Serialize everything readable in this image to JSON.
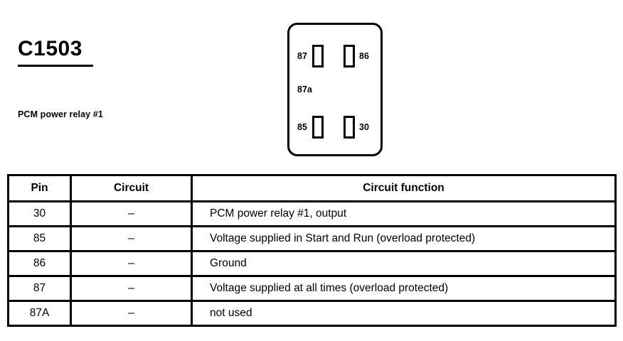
{
  "heading": {
    "connector_id": "C1503",
    "description": "PCM power relay #1"
  },
  "relay_diagram": {
    "name": "relay-connector-face",
    "pins": [
      {
        "label": "87",
        "position": "top-left",
        "has_slot": true
      },
      {
        "label": "86",
        "position": "top-right",
        "has_slot": true
      },
      {
        "label": "87a",
        "position": "middle-left",
        "has_slot": false
      },
      {
        "label": "85",
        "position": "bottom-left",
        "has_slot": true
      },
      {
        "label": "30",
        "position": "bottom-right",
        "has_slot": true
      }
    ]
  },
  "table": {
    "headers": [
      "Pin",
      "Circuit",
      "Circuit function"
    ],
    "rows": [
      {
        "pin": "30",
        "circuit": "–",
        "function": "PCM power relay #1, output"
      },
      {
        "pin": "85",
        "circuit": "–",
        "function": "Voltage supplied in Start and Run (overload protected)"
      },
      {
        "pin": "86",
        "circuit": "–",
        "function": "Ground"
      },
      {
        "pin": "87",
        "circuit": "–",
        "function": "Voltage supplied at all times (overload protected)"
      },
      {
        "pin": "87A",
        "circuit": "–",
        "function": "not used"
      }
    ]
  },
  "colors": {
    "ink": "#000000",
    "paper": "#ffffff"
  }
}
